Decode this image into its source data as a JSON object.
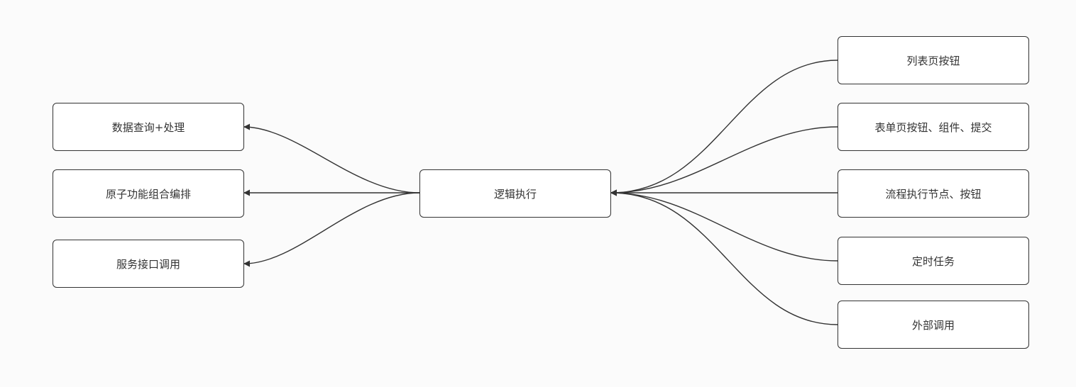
{
  "diagram": {
    "colors": {
      "background": "#fbfbfb",
      "node_border": "#333333",
      "node_fill": "#ffffff",
      "edge": "#333333",
      "text": "#333333"
    },
    "center": {
      "label": "逻辑执行"
    },
    "outputs": [
      {
        "label": "数据查询+处理"
      },
      {
        "label": "原子功能组合编排"
      },
      {
        "label": "服务接口调用"
      }
    ],
    "inputs": [
      {
        "label": "列表页按钮"
      },
      {
        "label": "表单页按钮、组件、提交"
      },
      {
        "label": "流程执行节点、按钮"
      },
      {
        "label": "定时任务"
      },
      {
        "label": "外部调用"
      }
    ]
  }
}
